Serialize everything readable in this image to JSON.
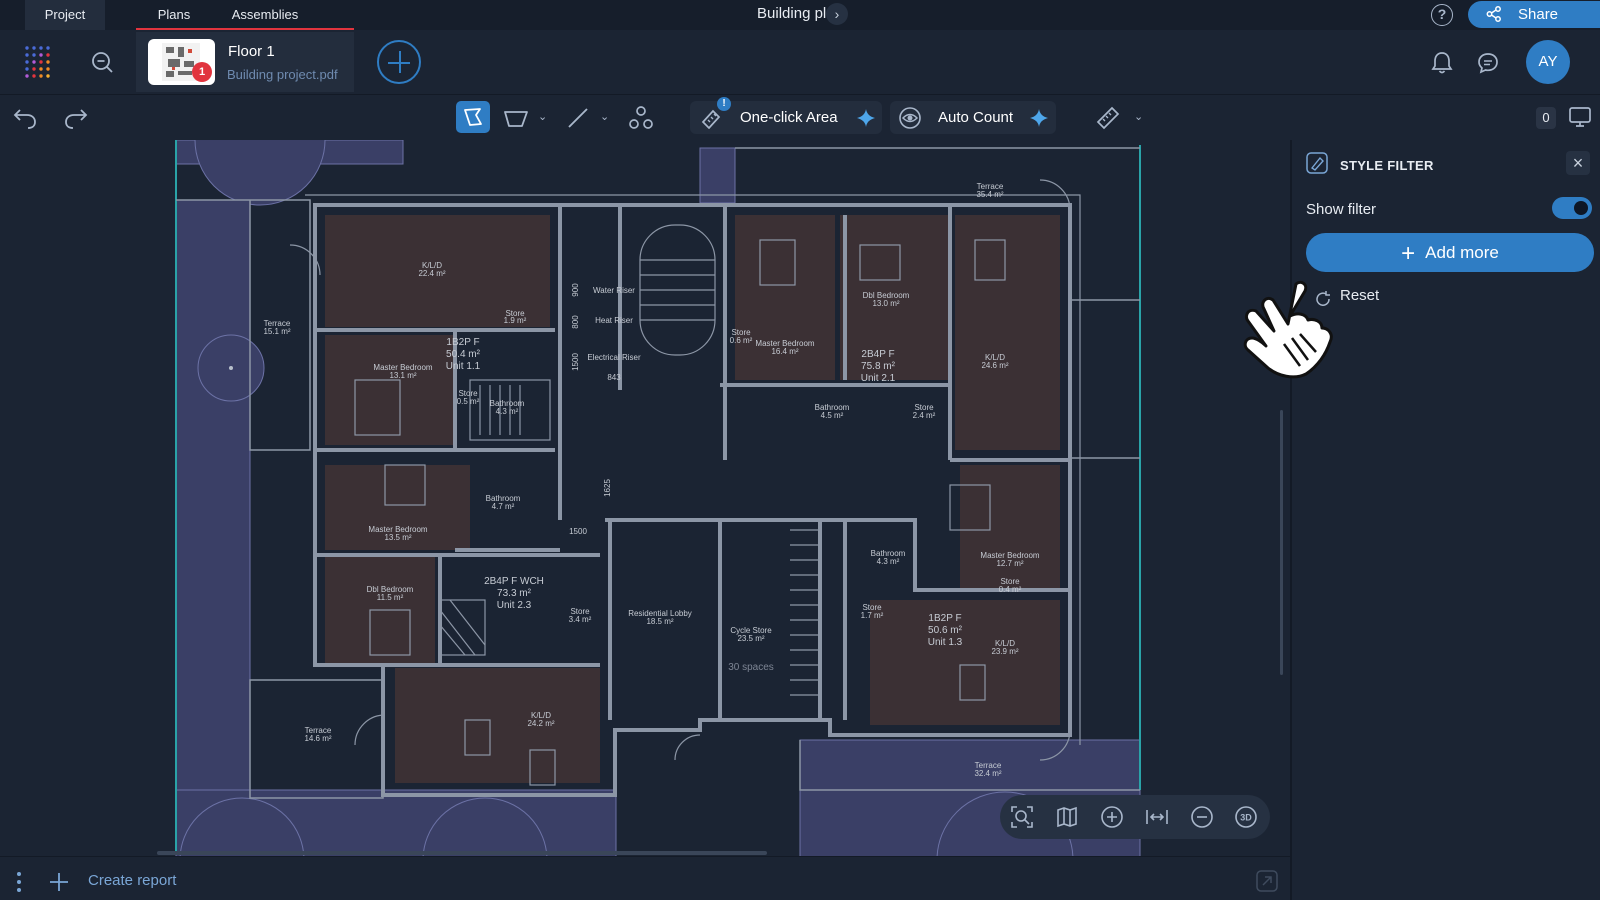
{
  "tabs": [
    {
      "label": "Project"
    },
    {
      "label": "Plans"
    },
    {
      "label": "Assemblies"
    }
  ],
  "header": {
    "title": "Building plan",
    "share_label": "Share",
    "help_glyph": "?",
    "chevron_glyph": "›"
  },
  "plan": {
    "name": "Floor 1",
    "file": "Building project.pdf",
    "badge_count": "1"
  },
  "user": {
    "initials": "AY"
  },
  "toolbar": {
    "one_click_label": "One-click Area",
    "one_click_alert": "!",
    "auto_count_label": "Auto Count",
    "count": "0"
  },
  "panel": {
    "title": "STYLE FILTER",
    "close_glyph": "×",
    "show_filter_label": "Show filter",
    "show_filter_on": true,
    "add_more_label": "Add more",
    "reset_label": "Reset"
  },
  "footer": {
    "create_report_label": "Create report"
  },
  "drawing": {
    "rooms": [
      {
        "name": "K/L/D",
        "area": "22.4 m²"
      },
      {
        "name": "Terrace",
        "area": "15.1 m²"
      },
      {
        "name": "Store",
        "area": "1.9 m²"
      },
      {
        "name": "1B2P F",
        "area": "50.4 m²",
        "unit": "Unit 1.1"
      },
      {
        "name": "Master Bedroom",
        "area": "13.1 m²"
      },
      {
        "name": "Store",
        "area": "0.5 m²"
      },
      {
        "name": "Bathroom",
        "area": "4.3 m²"
      },
      {
        "name": "Water Riser"
      },
      {
        "name": "Heat Riser"
      },
      {
        "name": "Electrical Riser",
        "area": "843"
      },
      {
        "name": "Store",
        "area": "0.6 m²"
      },
      {
        "name": "Master Bedroom",
        "area": "16.4 m²"
      },
      {
        "name": "Dbl Bedroom",
        "area": "13.0 m²"
      },
      {
        "name": "2B4P F",
        "area": "75.8 m²",
        "unit": "Unit 2.1"
      },
      {
        "name": "K/L/D",
        "area": "24.6 m²"
      },
      {
        "name": "Terrace",
        "area": "35.4 m²"
      },
      {
        "name": "Store",
        "area": "2.4 m²"
      },
      {
        "name": "Bathroom",
        "area": "4.5 m²"
      },
      {
        "name": "Bathroom",
        "area": "4.7 m²"
      },
      {
        "name": "Master Bedroom",
        "area": "13.5 m²"
      },
      {
        "name": "Dbl Bedroom",
        "area": "11.5 m²"
      },
      {
        "name": "2B4P F WCH",
        "area": "73.3 m²",
        "unit": "Unit 2.3"
      },
      {
        "name": "Store",
        "area": "3.4 m²"
      },
      {
        "name": "Residential Lobby",
        "area": "18.5 m²"
      },
      {
        "name": "Cycle Store",
        "area": "23.5 m²"
      },
      {
        "name": "30 spaces"
      },
      {
        "name": "Master Bedroom",
        "area": "12.7 m²"
      },
      {
        "name": "Store",
        "area": "0.4 m²"
      },
      {
        "name": "Store",
        "area": "1.7 m²"
      },
      {
        "name": "1B2P F",
        "area": "50.6 m²",
        "unit": "Unit 1.3"
      },
      {
        "name": "K/L/D",
        "area": "23.9 m²"
      },
      {
        "name": "Terrace",
        "area": "14.6 m²"
      },
      {
        "name": "K/L/D",
        "area": "24.2 m²"
      },
      {
        "name": "Terrace",
        "area": "32.4 m²"
      },
      {
        "name": "Bathroom",
        "area": "4.3 m²"
      }
    ],
    "dimensions": [
      "900",
      "800",
      "1500",
      "1625",
      "1500"
    ],
    "colors": {
      "background": "#1b2433",
      "room_fill": "#3b3034",
      "wall": "#8c96a6",
      "landscape": "#3a3f66",
      "boundary": "#2aa3a8"
    }
  },
  "colors": {
    "accent": "#2f7dc4",
    "alert": "#e1343e",
    "panel_bg": "#1b2433"
  }
}
